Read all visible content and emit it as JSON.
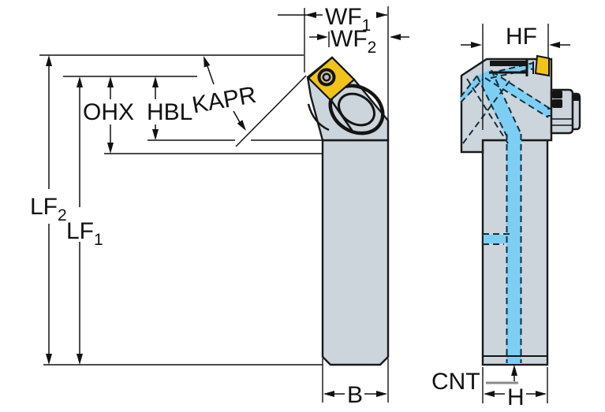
{
  "diagram": {
    "description": "Tool holder dimensional drawing, front and side orthographic views",
    "labels": {
      "wf1": {
        "base": "WF",
        "sub": "1"
      },
      "wf2": {
        "base": "WF",
        "sub": "2"
      },
      "kapr": {
        "base": "KAPR",
        "sub": ""
      },
      "ohx": {
        "base": "OHX",
        "sub": ""
      },
      "hbl": {
        "base": "HBL",
        "sub": ""
      },
      "lf2": {
        "base": "LF",
        "sub": "2"
      },
      "lf1": {
        "base": "LF",
        "sub": "1"
      },
      "b": {
        "base": "B",
        "sub": ""
      },
      "hf": {
        "base": "HF",
        "sub": ""
      },
      "cnt": {
        "base": "CNT",
        "sub": ""
      },
      "h": {
        "base": "H",
        "sub": ""
      }
    },
    "colors": {
      "body": "#ccd5dc",
      "outline": "#1a1a1a",
      "insert": "#f0c419",
      "coolant": "#7ecef4",
      "dash": "#13303f",
      "leader": "#8a8a8a",
      "screw": "#141414"
    }
  }
}
